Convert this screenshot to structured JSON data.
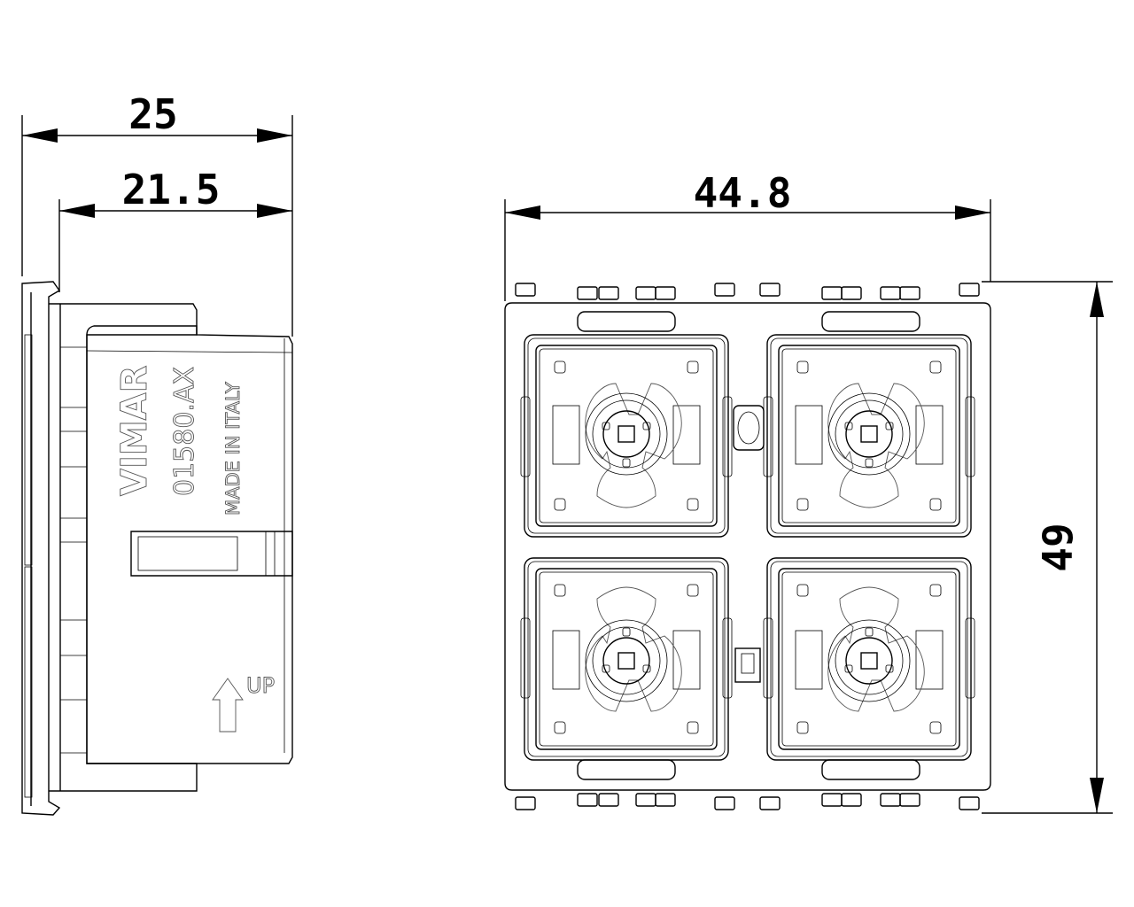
{
  "dimensions": {
    "side_total_depth": "25",
    "side_body_depth": "21.5",
    "front_width": "44.8",
    "front_height": "49"
  },
  "side_markings": {
    "brand": "VIMAR",
    "code": "01580.AX",
    "origin": "MADE IN ITALY",
    "orientation": "UP"
  }
}
